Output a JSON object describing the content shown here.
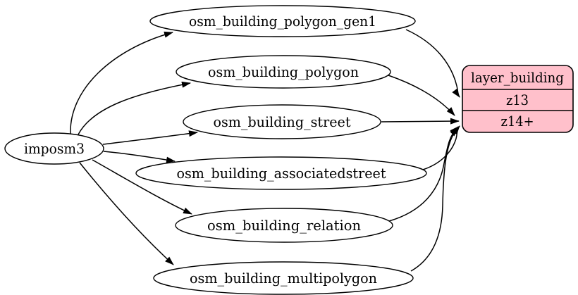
{
  "diagram": {
    "source": {
      "label": "imposm3"
    },
    "tables": [
      {
        "label": "osm_building_polygon_gen1"
      },
      {
        "label": "osm_building_polygon"
      },
      {
        "label": "osm_building_street"
      },
      {
        "label": "osm_building_associatedstreet"
      },
      {
        "label": "osm_building_relation"
      },
      {
        "label": "osm_building_multipolygon"
      }
    ],
    "layer": {
      "title": "layer_building",
      "rows": [
        {
          "label": "z13"
        },
        {
          "label": "z14+"
        }
      ],
      "fill": "#ffc0cb"
    },
    "colors": {
      "background": "#ffffff",
      "node_fill": "#ffffff",
      "stroke": "#000000",
      "layer_fill": "#ffc0cb"
    },
    "edges": [
      {
        "from": "imposm3",
        "to": "osm_building_polygon_gen1"
      },
      {
        "from": "imposm3",
        "to": "osm_building_polygon"
      },
      {
        "from": "imposm3",
        "to": "osm_building_street"
      },
      {
        "from": "imposm3",
        "to": "osm_building_associatedstreet"
      },
      {
        "from": "imposm3",
        "to": "osm_building_relation"
      },
      {
        "from": "imposm3",
        "to": "osm_building_multipolygon"
      },
      {
        "from": "osm_building_polygon_gen1",
        "to": "layer_building:z13"
      },
      {
        "from": "osm_building_polygon",
        "to": "layer_building:z14+"
      },
      {
        "from": "osm_building_street",
        "to": "layer_building:z14+"
      },
      {
        "from": "osm_building_associatedstreet",
        "to": "layer_building:z14+"
      },
      {
        "from": "osm_building_relation",
        "to": "layer_building:z14+"
      },
      {
        "from": "osm_building_multipolygon",
        "to": "layer_building:z14+"
      }
    ]
  }
}
